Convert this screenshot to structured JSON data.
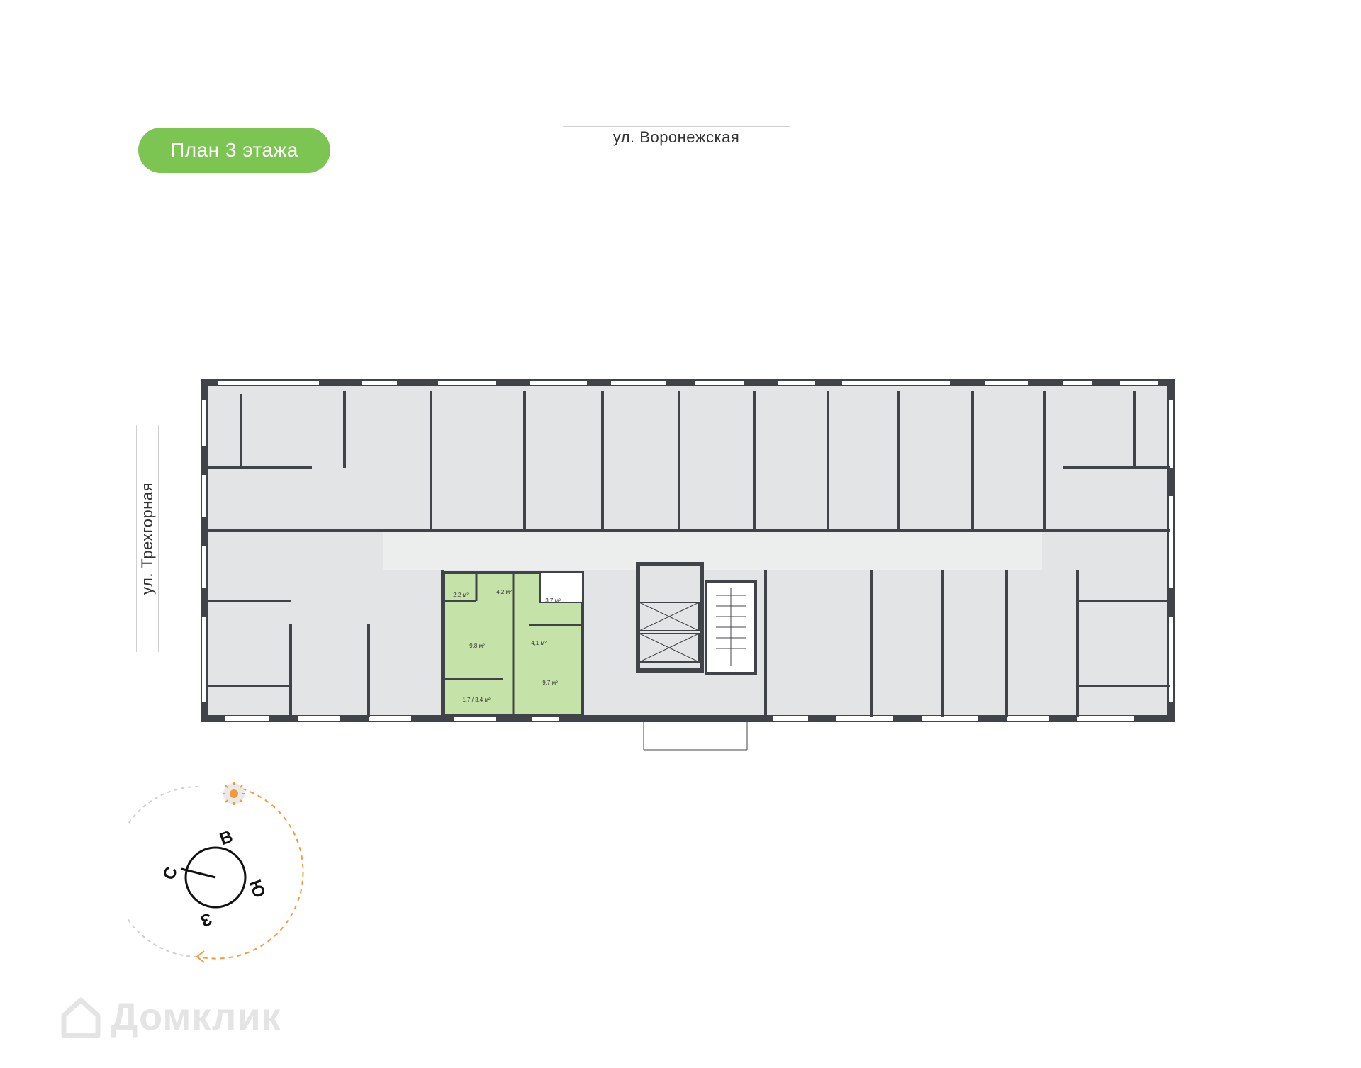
{
  "floor_plan": {
    "title": "План 3 этажа",
    "street_top": "ул. Воронежская",
    "street_left": "ул. Трехгорная",
    "highlighted_apartment": {
      "color": "#c5e2a8",
      "rooms": [
        {
          "area": "2,2 м²"
        },
        {
          "area": "4,2 м²"
        },
        {
          "area": "3,7 м²"
        },
        {
          "area": "9,8 м²"
        },
        {
          "area": "4,1 м²"
        },
        {
          "area": "9,7 м²"
        },
        {
          "area": "1,7 / 3,4 м²"
        }
      ]
    },
    "colors": {
      "badge": "#7dc553",
      "wall": "#404448",
      "room": "#e3e4e6",
      "sun": "#f29a38"
    }
  },
  "compass": {
    "north": "С",
    "east": "В",
    "south": "Ю",
    "west": "З",
    "sun_icon": "sun-icon"
  },
  "watermark": {
    "text": "Домклик",
    "icon": "house-logo-icon"
  }
}
